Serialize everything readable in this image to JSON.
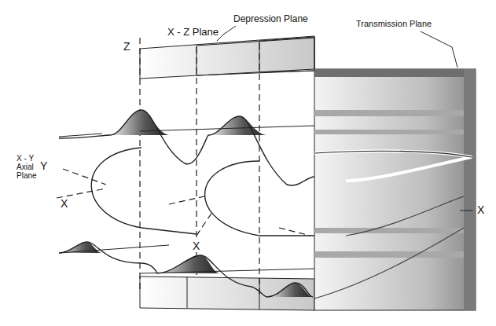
{
  "diagram": {
    "labels": [
      "Transmission Plane",
      "Depression Plane",
      "X - Z Plane",
      "Z",
      "X - Y Axial Plane",
      "Y",
      "X",
      "X",
      "X"
    ]
  }
}
